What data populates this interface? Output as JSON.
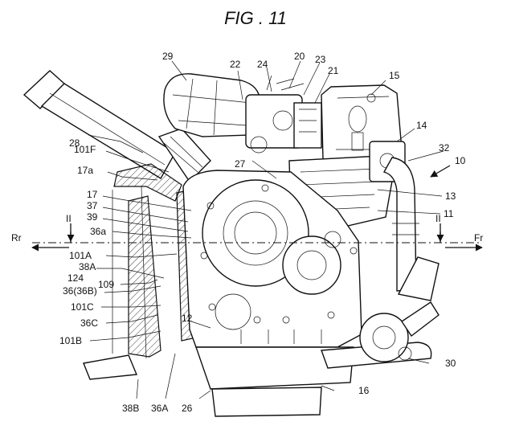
{
  "figure": {
    "title": "FIG . 11"
  },
  "section": {
    "left_mark": "II",
    "right_mark": "II",
    "rear_label": "Rr",
    "front_label": "Fr"
  },
  "labels": {
    "l29": "29",
    "l22": "22",
    "l24": "24",
    "l20": "20",
    "l23": "23",
    "l21": "21",
    "l15": "15",
    "l28": "28",
    "l14": "14",
    "l32": "32",
    "l10": "10",
    "l101F": "101F",
    "l17a": "17a",
    "l27": "27",
    "l13": "13",
    "l17": "17",
    "l37": "37",
    "l39": "39",
    "l11": "11",
    "l36a": "36a",
    "l101A": "101A",
    "l38A": "38A",
    "l124": "124",
    "l109": "109",
    "l36_36B": "36(36B)",
    "l101C": "101C",
    "l36C": "36C",
    "l12": "12",
    "l101B": "101B",
    "l30": "30",
    "l16": "16",
    "l38B": "38B",
    "l36A": "36A",
    "l26": "26"
  }
}
